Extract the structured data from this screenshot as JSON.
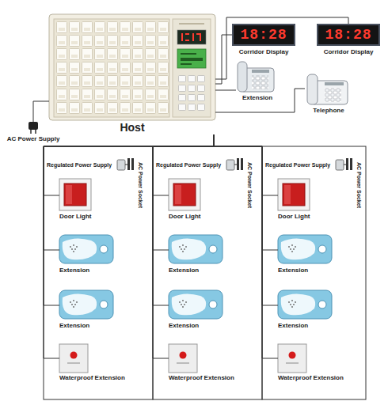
{
  "diagram": {
    "nodes": [
      {
        "text": [
          "Host"
        ]
      },
      {
        "text": [
          "18:28",
          "Corridor Display"
        ]
      },
      {
        "text": [
          "18:28",
          "Corridor Display"
        ]
      },
      {
        "text": [
          "Extension"
        ]
      },
      {
        "text": [
          "Telephone"
        ]
      },
      {
        "text": [
          "AC Power Supply"
        ]
      },
      {
        "text": [
          "Regulated Power Supply"
        ]
      },
      {
        "text": [
          "Door Light"
        ]
      },
      {
        "text": [
          "Extension"
        ]
      },
      {
        "text": [
          "Extension"
        ]
      },
      {
        "text": [
          "Waterproof Extension"
        ]
      },
      {
        "text": [
          "Regulated Power Supply"
        ]
      },
      {
        "text": [
          "Door Light"
        ]
      },
      {
        "text": [
          "Extension"
        ]
      },
      {
        "text": [
          "Extension"
        ]
      },
      {
        "text": [
          "Waterproof Extension"
        ]
      },
      {
        "text": [
          "Regulated Power Supply"
        ]
      },
      {
        "text": [
          "Door Light"
        ]
      },
      {
        "text": [
          "Extension"
        ]
      },
      {
        "text": [
          "Extension"
        ]
      },
      {
        "text": [
          "Waterproof Extension"
        ]
      }
    ],
    "edges": [
      {
        "from": 0,
        "to": 5,
        "arrow": "none"
      },
      {
        "from": 0,
        "to": 1,
        "arrow": "none"
      },
      {
        "from": 0,
        "to": 2,
        "arrow": "none"
      },
      {
        "from": 0,
        "to": 3,
        "arrow": "none"
      },
      {
        "from": 0,
        "to": 4,
        "arrow": "none"
      },
      {
        "from": 0,
        "to": 7,
        "arrow": "none"
      },
      {
        "from": 0,
        "to": 8,
        "arrow": "none"
      },
      {
        "from": 0,
        "to": 9,
        "arrow": "none"
      },
      {
        "from": 0,
        "to": 10,
        "arrow": "none"
      },
      {
        "from": 0,
        "to": 12,
        "arrow": "none"
      },
      {
        "from": 0,
        "to": 13,
        "arrow": "none"
      },
      {
        "from": 0,
        "to": 14,
        "arrow": "none"
      },
      {
        "from": 0,
        "to": 15,
        "arrow": "none"
      },
      {
        "from": 0,
        "to": 17,
        "arrow": "none"
      },
      {
        "from": 0,
        "to": 18,
        "arrow": "none"
      },
      {
        "from": 0,
        "to": 19,
        "arrow": "none"
      },
      {
        "from": 0,
        "to": 20,
        "arrow": "none"
      }
    ],
    "labels": [
      "AC Power Socket",
      "AC Power Socket",
      "AC Power Socket"
    ]
  }
}
